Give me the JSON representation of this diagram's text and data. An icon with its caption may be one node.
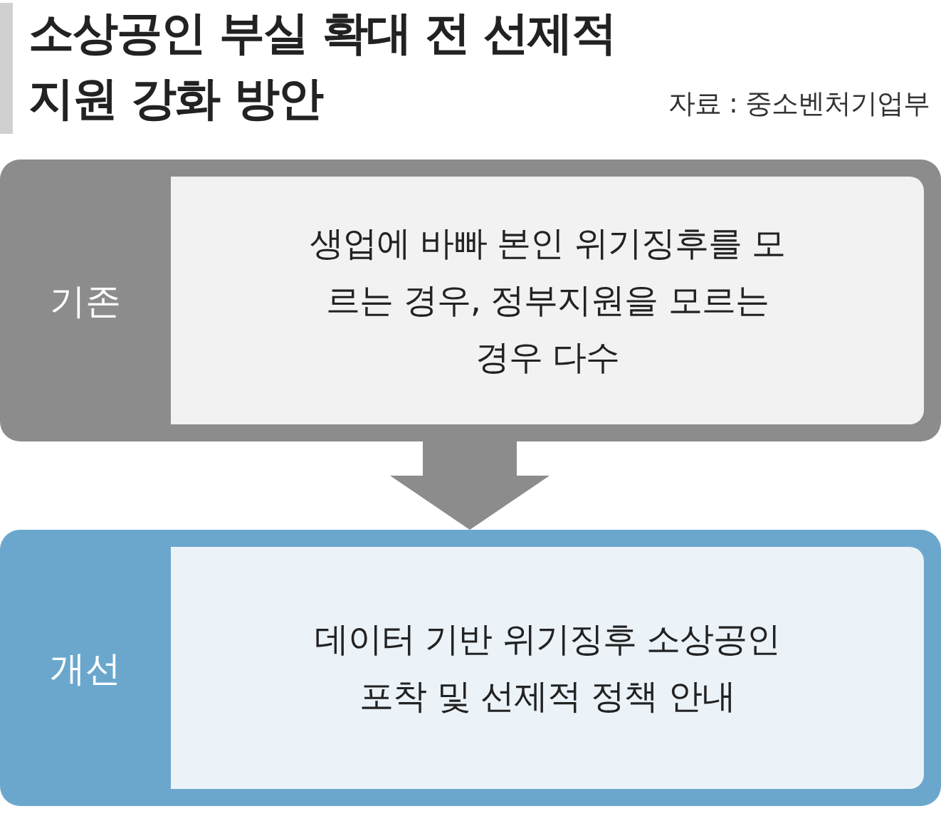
{
  "diagram": {
    "title": "소상공인 부실 확대 전 선제적 지원 강화 방안",
    "nodes": [
      {
        "text": [
          "기존",
          "생업에 바빠 본인 위기징후를 모르는 경우, 정부지원을 모르는 경우 다수"
        ]
      },
      {
        "text": [
          "개선",
          "데이터 기반 위기징후 소상공인 포착 및 선제적 정책 안내"
        ]
      }
    ],
    "edges": [
      {
        "from": 0,
        "to": 1,
        "arrow": "to"
      }
    ],
    "labels": [
      "자료 : 중소벤처기업부"
    ]
  }
}
